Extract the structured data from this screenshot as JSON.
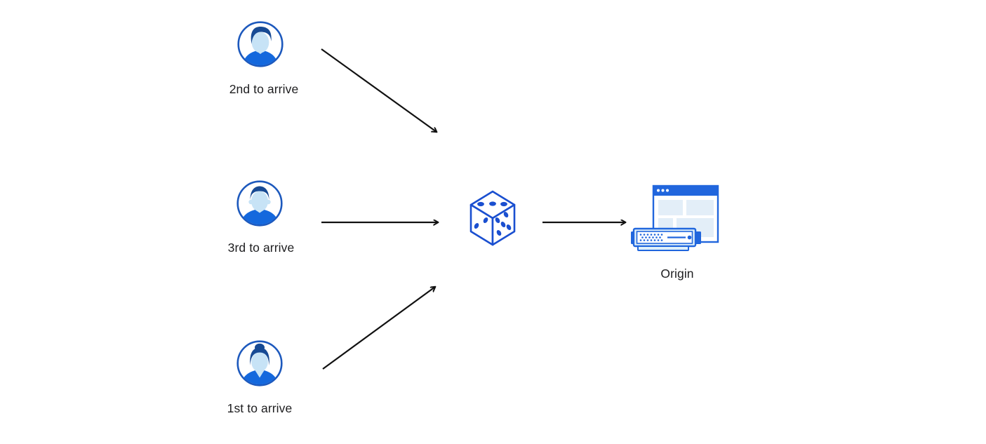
{
  "page": {
    "background": "#ffffff",
    "text_color": "#1d1d1f"
  },
  "colors": {
    "avatar_outline_blue": "#1d59bd",
    "avatar_hair_blue": "#174a94",
    "avatar_shirt_blue": "#1468dd",
    "avatar_skin_blue": "#c7e3f6",
    "dice_blue": "#1a4fd0",
    "origin_blue": "#2166dd",
    "origin_block_light": "#e3eef8",
    "server_fill_light": "#dff0fa",
    "arrow_color": "#111111"
  },
  "diagram": {
    "clients": [
      {
        "label": "2nd to arrive",
        "avatar": "person-swept-hair"
      },
      {
        "label": "3rd to arrive",
        "avatar": "person-short-hair"
      },
      {
        "label": "1st to arrive",
        "avatar": "person-hair-bun"
      }
    ],
    "router": {
      "icon": "dice"
    },
    "origin": {
      "label": "Origin",
      "icon": "origin-server-browser"
    },
    "connections": [
      {
        "from": "client-2nd-to-arrive",
        "to": "dice-router"
      },
      {
        "from": "client-3rd-to-arrive",
        "to": "dice-router"
      },
      {
        "from": "client-1st-to-arrive",
        "to": "dice-router"
      },
      {
        "from": "dice-router",
        "to": "origin-server"
      }
    ]
  }
}
